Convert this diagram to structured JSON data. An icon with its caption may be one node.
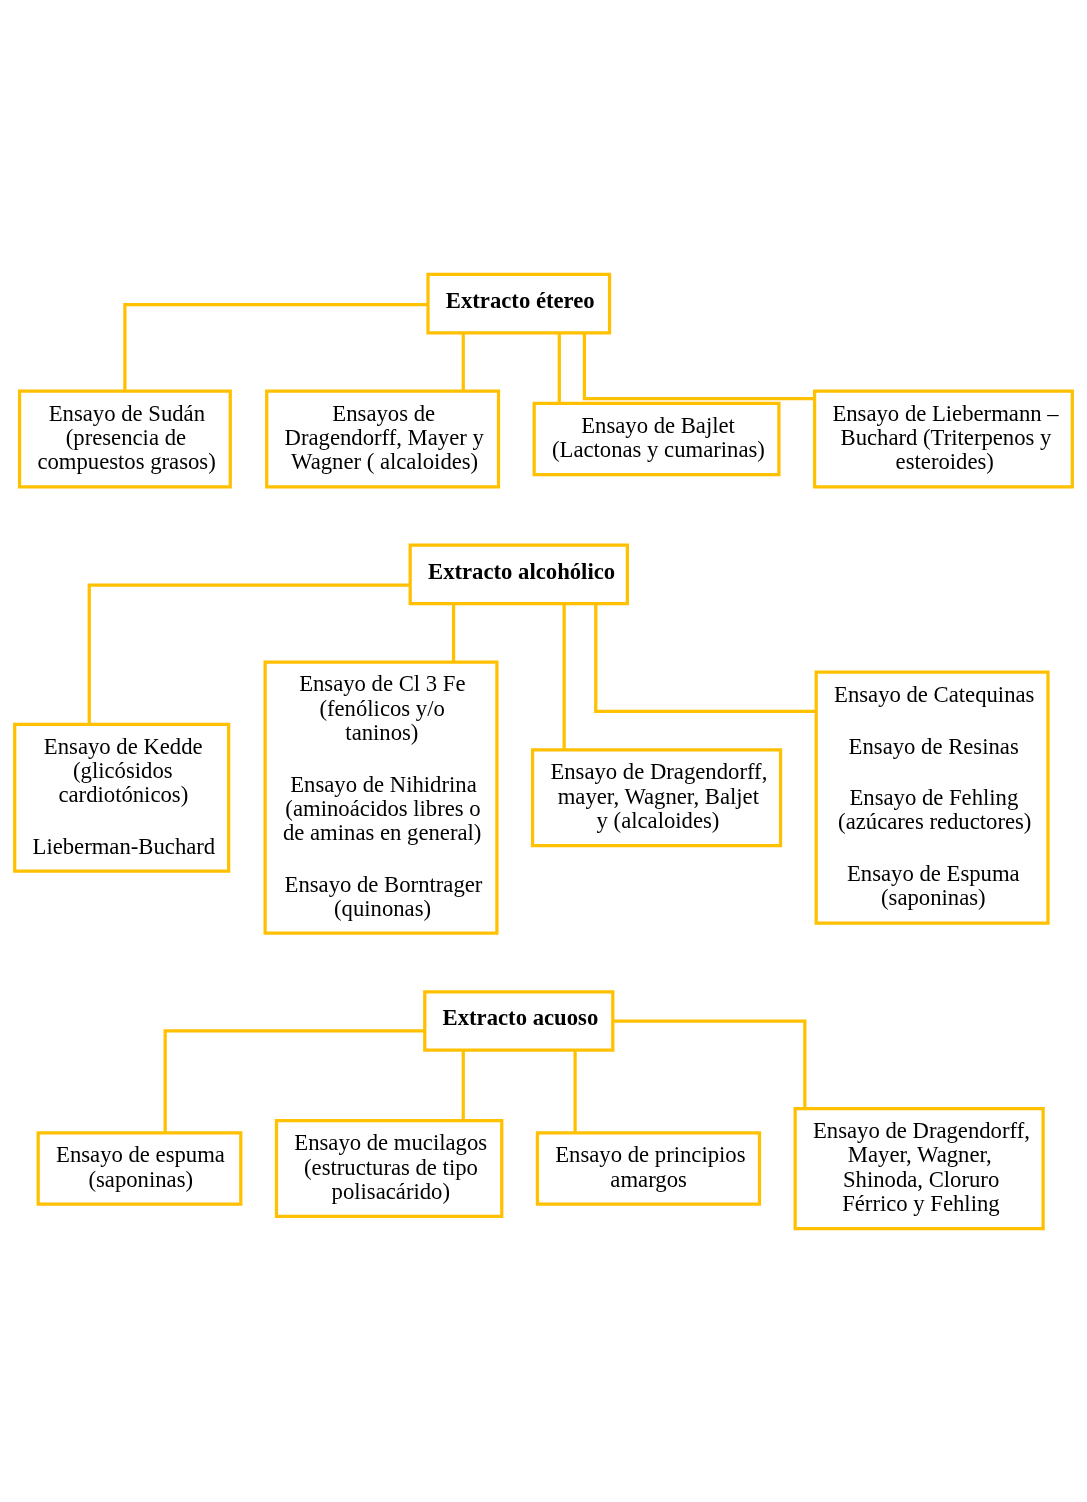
{
  "diagram": {
    "nodes": [
      {
        "text": [
          "Extracto étereo"
        ]
      },
      {
        "text": [
          "Ensayo de Sudán (presencia de compuestos grasos)"
        ]
      },
      {
        "text": [
          "Ensayos de Dragendorff, Mayer y Wagner ( alcaloides)"
        ]
      },
      {
        "text": [
          "Ensayo de Bajlet (Lactonas y cumarinas)"
        ]
      },
      {
        "text": [
          "Ensayo de Liebermann – Buchard (Triterpenos y esteroides)"
        ]
      },
      {
        "text": [
          "Extracto alcohólico"
        ]
      },
      {
        "text": [
          "Ensayo de Kedde (glicósidos cardiotónicos)",
          "Lieberman-Buchard"
        ]
      },
      {
        "text": [
          "Ensayo de Cl 3 Fe (fenólicos y/o taninos)",
          "Ensayo de Nihidrina (aminoácidos libres o de aminas en general)",
          "Ensayo de Borntrager (quinonas)"
        ]
      },
      {
        "text": [
          "Ensayo de Dragendorff, mayer, Wagner, Baljet y (alcaloides)"
        ]
      },
      {
        "text": [
          "Ensayo de Catequinas",
          "Ensayo de Resinas",
          "Ensayo de Fehling (azúcares reductores)",
          "Ensayo de Espuma (saponinas)"
        ]
      },
      {
        "text": [
          "Extracto acuoso"
        ]
      },
      {
        "text": [
          "Ensayo de espuma (saponinas)"
        ]
      },
      {
        "text": [
          "Ensayo de mucilagos (estructuras de tipo polisacárido)"
        ]
      },
      {
        "text": [
          "Ensayo de principios amargos"
        ]
      },
      {
        "text": [
          "Ensayo de Dragendorff, Mayer, Wagner, Shinoda, Cloruro Férrico y Fehling"
        ]
      }
    ],
    "edges": [
      {
        "from": 0,
        "to": 1,
        "arrow": "none"
      },
      {
        "from": 0,
        "to": 2,
        "arrow": "none"
      },
      {
        "from": 0,
        "to": 3,
        "arrow": "none"
      },
      {
        "from": 0,
        "to": 4,
        "arrow": "none"
      },
      {
        "from": 5,
        "to": 6,
        "arrow": "none"
      },
      {
        "from": 5,
        "to": 7,
        "arrow": "none"
      },
      {
        "from": 5,
        "to": 8,
        "arrow": "none"
      },
      {
        "from": 5,
        "to": 9,
        "arrow": "none"
      },
      {
        "from": 10,
        "to": 11,
        "arrow": "none"
      },
      {
        "from": 10,
        "to": 12,
        "arrow": "none"
      },
      {
        "from": 10,
        "to": 13,
        "arrow": "none"
      },
      {
        "from": 10,
        "to": 14,
        "arrow": "none"
      }
    ]
  }
}
